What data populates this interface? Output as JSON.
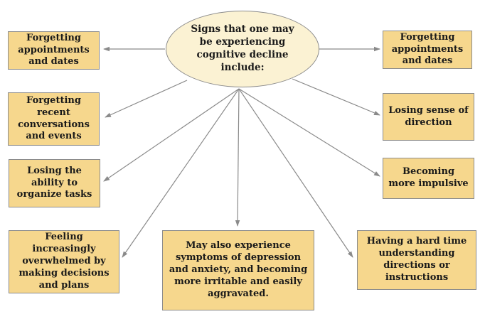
{
  "diagram": {
    "center": {
      "label": "Signs that one may be experiencing cognitive decline include:"
    },
    "nodes": [
      {
        "id": "forgetting-appointments-left",
        "label": "Forgetting appointments and dates"
      },
      {
        "id": "forgetting-recent-conversations",
        "label": "Forgetting recent conversations and events"
      },
      {
        "id": "losing-ability-organize-tasks",
        "label": "Losing the ability to organize tasks"
      },
      {
        "id": "feeling-overwhelmed-decisions",
        "label": "Feeling increasingly overwhelmed by making decisions and plans"
      },
      {
        "id": "depression-anxiety-irritable",
        "label": "May also experience symptoms of depression and anxiety, and becoming more irritable and easily aggravated."
      },
      {
        "id": "hard-time-understanding",
        "label": "Having a hard time understanding directions or instructions"
      },
      {
        "id": "becoming-more-impulsive",
        "label": "Becoming more impulsive"
      },
      {
        "id": "losing-sense-of-direction",
        "label": "Losing sense of direction"
      },
      {
        "id": "forgetting-appointments-right",
        "label": "Forgetting appointments and dates"
      }
    ],
    "colors": {
      "background": "#ffffff",
      "box_fill": "#f6d78d",
      "box_border": "#8c8c8c",
      "ellipse_fill": "#fbf2d3",
      "ellipse_border": "#8c8c8c",
      "arrow": "#8a8a8a",
      "text": "#1a1a1a"
    }
  }
}
